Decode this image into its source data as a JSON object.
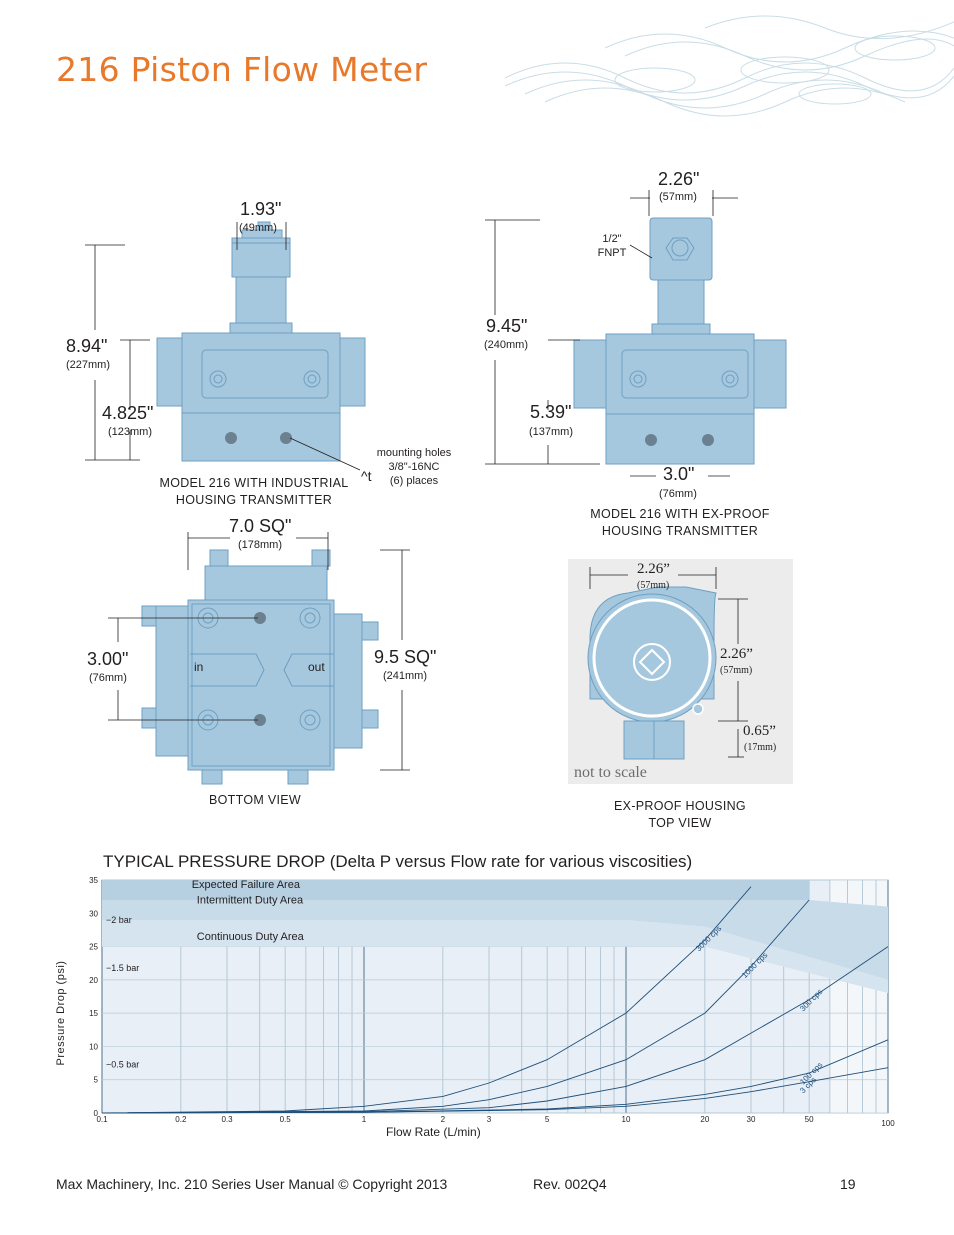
{
  "page": {
    "title": "216  Piston Flow Meter",
    "colors": {
      "accent": "#e8782a",
      "part": "#a5c8df",
      "part_stroke": "#6f9fc0",
      "light_bg": "#ececec"
    }
  },
  "industrial": {
    "width_top": "1.93\"",
    "width_top_mm": "(49mm)",
    "height_total": "8.94\"",
    "height_total_mm": "(227mm)",
    "height_body": "4.825\"",
    "height_body_mm": "(123mm)",
    "mount_note_line1": "mounting holes",
    "mount_note_line2": "3/8\"-16NC",
    "mount_note_line3": "(6) places",
    "mount_mark": "^t",
    "caption_line1": "MODEL 216 WITH INDUSTRIAL",
    "caption_line2": "HOUSING TRANSMITTER"
  },
  "exproof": {
    "width_top": "2.26\"",
    "width_top_mm": "(57mm)",
    "fnpt_line1": "1/2\"",
    "fnpt_line2": "FNPT",
    "height_total": "9.45\"",
    "height_total_mm": "(240mm)",
    "height_body": "5.39\"",
    "height_body_mm": "(137mm)",
    "width_base": "3.0\"",
    "width_base_mm": "(76mm)",
    "caption_line1": "MODEL 216 WITH EX-PROOF",
    "caption_line2": "HOUSING TRANSMITTER"
  },
  "bottom_view": {
    "width": "7.0 SQ\"",
    "width_mm": "(178mm)",
    "spacing": "3.00\"",
    "spacing_mm": "(76mm)",
    "height": "9.5 SQ\"",
    "height_mm": "(241mm)",
    "in_label": "in",
    "out_label": "out",
    "caption": "BOTTOM VIEW"
  },
  "top_view": {
    "width": "2.26”",
    "width_mm": "(57mm)",
    "height": "2.26”",
    "height_mm": "(57mm)",
    "offset": "0.65”",
    "offset_mm": "(17mm)",
    "scale_note": "not to scale",
    "caption_line1": "EX-PROOF HOUSING",
    "caption_line2": "TOP VIEW"
  },
  "chart_data": {
    "type": "line",
    "title": "TYPICAL PRESSURE DROP (Delta P versus Flow rate for various viscosities)",
    "xlabel": "Flow Rate (L/min)",
    "ylabel": "Pressure Drop (psi)",
    "x_scale": "log",
    "xlim": [
      0.1,
      100
    ],
    "ylim": [
      0,
      35
    ],
    "x_ticks": [
      "0.1",
      "0.2",
      "0.3",
      "0.5",
      "1",
      "2",
      "3",
      "5",
      "10",
      "20",
      "30",
      "50",
      "100"
    ],
    "y_ticks": [
      "0",
      "5",
      "10",
      "15",
      "20",
      "25",
      "30",
      "35"
    ],
    "bar_marks": [
      {
        "label": "−2 bar",
        "psi": 29
      },
      {
        "label": "−1.5 bar",
        "psi": 21.8
      },
      {
        "label": "−0.5 bar",
        "psi": 7.25
      }
    ],
    "areas": [
      "Expected Failure Area",
      "Intermittent Duty Area",
      "Continuous Duty Area"
    ],
    "series": [
      {
        "name": "3000 cps",
        "x": [
          0.1,
          0.5,
          1,
          2,
          3,
          5,
          10,
          20,
          30
        ],
        "y": [
          0,
          0.3,
          1,
          2.5,
          4.5,
          8,
          15,
          26,
          34
        ]
      },
      {
        "name": "1000 cps",
        "x": [
          0.1,
          1,
          2,
          3,
          5,
          10,
          20,
          30,
          50
        ],
        "y": [
          0,
          0.3,
          1,
          2,
          4,
          8,
          15,
          22,
          32
        ]
      },
      {
        "name": "300 cps",
        "x": [
          0.1,
          1,
          3,
          5,
          10,
          20,
          30,
          50,
          100
        ],
        "y": [
          0,
          0.2,
          0.8,
          1.8,
          4,
          8,
          12,
          17,
          25
        ]
      },
      {
        "name": "100 cps",
        "x": [
          0.1,
          1,
          5,
          10,
          20,
          30,
          50,
          100
        ],
        "y": [
          0,
          0.1,
          0.6,
          1.3,
          2.8,
          4,
          6,
          11
        ]
      },
      {
        "name": "3 cps",
        "x": [
          0.1,
          1,
          5,
          10,
          20,
          30,
          50,
          100
        ],
        "y": [
          0,
          0.1,
          0.5,
          1,
          2.2,
          3.2,
          4.7,
          6.8
        ]
      }
    ]
  },
  "footer": {
    "manual": "Max Machinery, Inc. 210 Series User Manual  © Copyright 2013",
    "rev": "Rev. 002Q4",
    "page_number": "19"
  }
}
